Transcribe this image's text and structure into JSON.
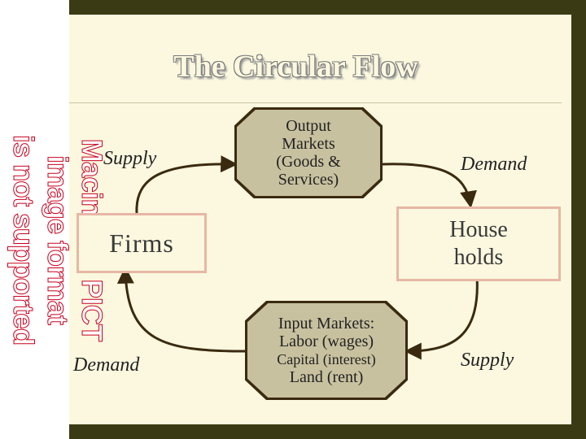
{
  "slide": {
    "title": "The Circular Flow",
    "placeholder_image_text": [
      "Macintosh PICT",
      "image format",
      "is not supported"
    ]
  },
  "nodes": {
    "output_markets": {
      "lines": [
        "Output",
        "Markets",
        "(Goods  &",
        "Services)"
      ]
    },
    "input_markets": {
      "lines": [
        "Input Markets:",
        "Labor (wages)",
        "Capital (interest)",
        "Land (rent)"
      ]
    },
    "firms": {
      "label": "Firms"
    },
    "households": {
      "lines": [
        "House",
        "holds"
      ]
    }
  },
  "flow_labels": {
    "supply_top": "Supply",
    "demand_top": "Demand",
    "demand_bottom": "Demand",
    "supply_bottom": "Supply"
  },
  "colors": {
    "frame": "#3a3a14",
    "slide_background": "#fbf8df",
    "octagon_fill": "#c8c19f",
    "box_border": "#e7b7a6",
    "arrow": "#3a2a10",
    "placeholder_text": "#c8001e"
  }
}
